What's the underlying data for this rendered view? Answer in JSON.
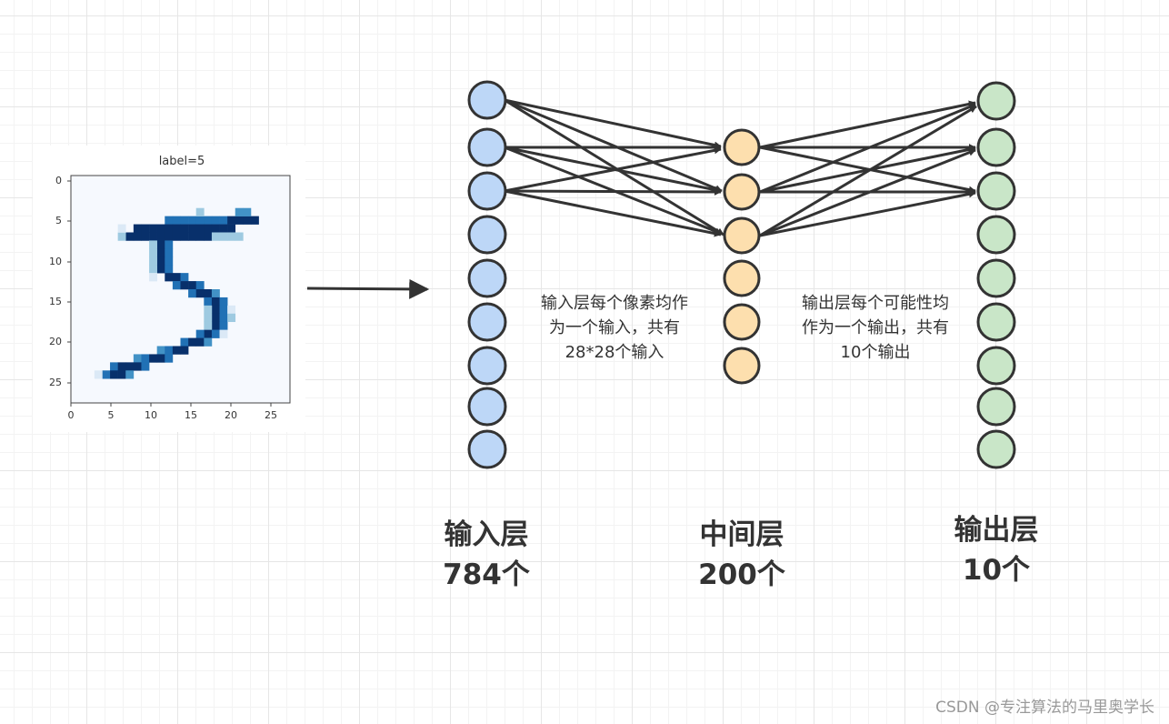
{
  "image": {
    "title": "label=5",
    "y_ticks": [
      "0",
      "5",
      "10",
      "15",
      "20",
      "25"
    ],
    "x_ticks": [
      "0",
      "5",
      "10",
      "15",
      "20",
      "25"
    ],
    "colormap": "Blues"
  },
  "layers": {
    "input": {
      "label": "输入层\n784个",
      "color": "#bdd7f7"
    },
    "hidden": {
      "label": "中间层\n200个",
      "color": "#fddfae"
    },
    "output": {
      "label": "输出层\n10个",
      "color": "#c9e6c8"
    }
  },
  "notes": {
    "input_note": "输入层每个像素均作\n为一个输入，共有\n28*28个输入",
    "output_note": "输出层每个可能性均\n作为一个输出，共有\n10个输出"
  },
  "watermark": "CSDN @专注算法的马里奥学长"
}
